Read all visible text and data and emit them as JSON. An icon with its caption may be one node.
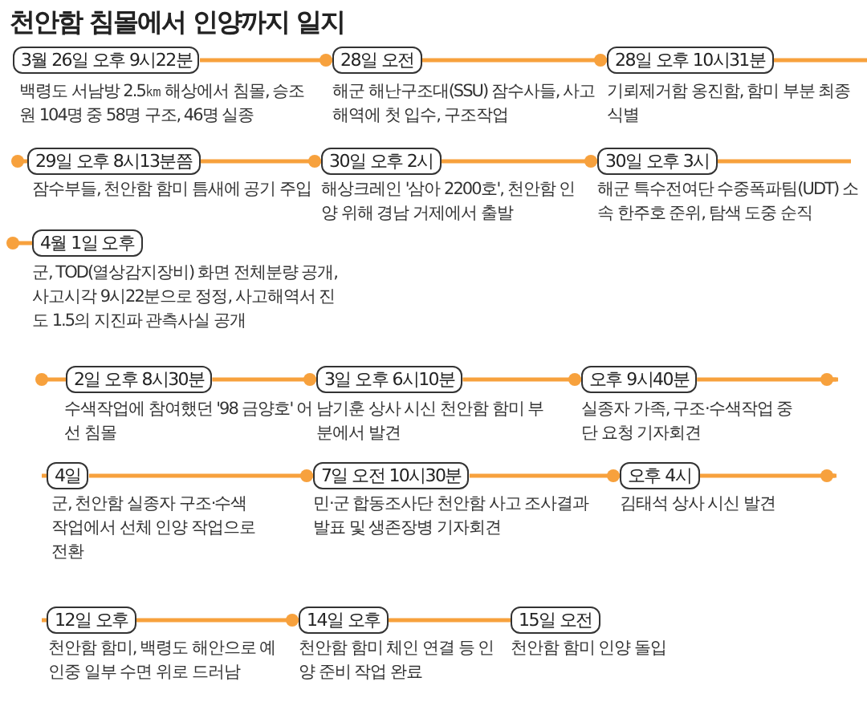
{
  "diagram": {
    "title": "천안함 침몰에서 인양까지 일지",
    "nodes": [
      {
        "text": [
          "3월 26일 오후 9시22분"
        ],
        "beside": [
          "백령도 서남방 2.5㎞ 해상에서 침몰, 승조원 104명 중 58명 구조, 46명 실종"
        ]
      },
      {
        "text": [
          "28일 오전"
        ],
        "beside": [
          "해군 해난구조대(SSU) 잠수사들, 사고해역에 첫 입수, 구조작업"
        ]
      },
      {
        "text": [
          "28일 오후 10시31분"
        ],
        "beside": [
          "기뢰제거함 옹진함, 함미 부분 최종 식별"
        ]
      },
      {
        "text": [
          "29일 오후 8시13분쯤"
        ],
        "beside": [
          "잠수부들, 천안함 함미 틈새에 공기 주입"
        ]
      },
      {
        "text": [
          "30일 오후 2시"
        ],
        "beside": [
          "해상크레인 '삼아 2200호', 천안함 인양 위해 경남 거제에서 출발"
        ]
      },
      {
        "text": [
          "30일 오후 3시"
        ],
        "beside": [
          "해군 특수전여단 수중폭파팀(UDT) 소속 한주호 준위, 탐색 도중 순직"
        ]
      },
      {
        "text": [
          "4월 1일 오후"
        ],
        "beside": [
          "군, TOD(열상감지장비) 화면 전체분량 공개, 사고시각 9시22분으로 정정, 사고해역서 진도 1.5의 지진파 관측사실 공개"
        ]
      },
      {
        "text": [
          "2일 오후 8시30분"
        ],
        "beside": [
          "수색작업에 참여했던 '98 금양호' 어선 침몰"
        ]
      },
      {
        "text": [
          "3일 오후 6시10분"
        ],
        "beside": [
          "남기훈 상사 시신 천안함 함미 부분에서 발견"
        ]
      },
      {
        "text": [
          "오후 9시40분"
        ],
        "beside": [
          "실종자 가족, 구조·수색작업 중단 요청 기자회견"
        ]
      },
      {
        "text": [
          "4일"
        ],
        "beside": [
          "군, 천안함 실종자 구조·수색작업에서 선체 인양 작업으로 전환"
        ]
      },
      {
        "text": [
          "7일 오전 10시30분"
        ],
        "beside": [
          "민·군 합동조사단 천안함 사고 조사결과 발표 및 생존장병 기자회견"
        ]
      },
      {
        "text": [
          "오후 4시"
        ],
        "beside": [
          "김태석 상사 시신 발견"
        ]
      },
      {
        "text": [
          "12일 오후"
        ],
        "beside": [
          "천안함 함미, 백령도 해안으로 예인중 일부 수면 위로 드러남"
        ]
      },
      {
        "text": [
          "14일 오후"
        ],
        "beside": [
          "천안함 함미 체인 연결 등 인양 준비 작업 완료"
        ]
      },
      {
        "text": [
          "15일 오전"
        ],
        "beside": [
          "천안함 함미 인양 돌입"
        ]
      }
    ],
    "edges": [
      {
        "from": 0,
        "to": 1,
        "arrow": "other"
      },
      {
        "from": 1,
        "to": 2,
        "arrow": "other"
      },
      {
        "from": 3,
        "to": 4,
        "arrow": "other"
      },
      {
        "from": 4,
        "to": 5,
        "arrow": "other"
      },
      {
        "from": 7,
        "to": 8,
        "arrow": "other"
      },
      {
        "from": 8,
        "to": 9,
        "arrow": "other"
      },
      {
        "from": 10,
        "to": 11,
        "arrow": "other"
      },
      {
        "from": 11,
        "to": 12,
        "arrow": "other"
      },
      {
        "from": 13,
        "to": 14,
        "arrow": "other"
      },
      {
        "from": 14,
        "to": 15,
        "arrow": "none"
      }
    ]
  }
}
